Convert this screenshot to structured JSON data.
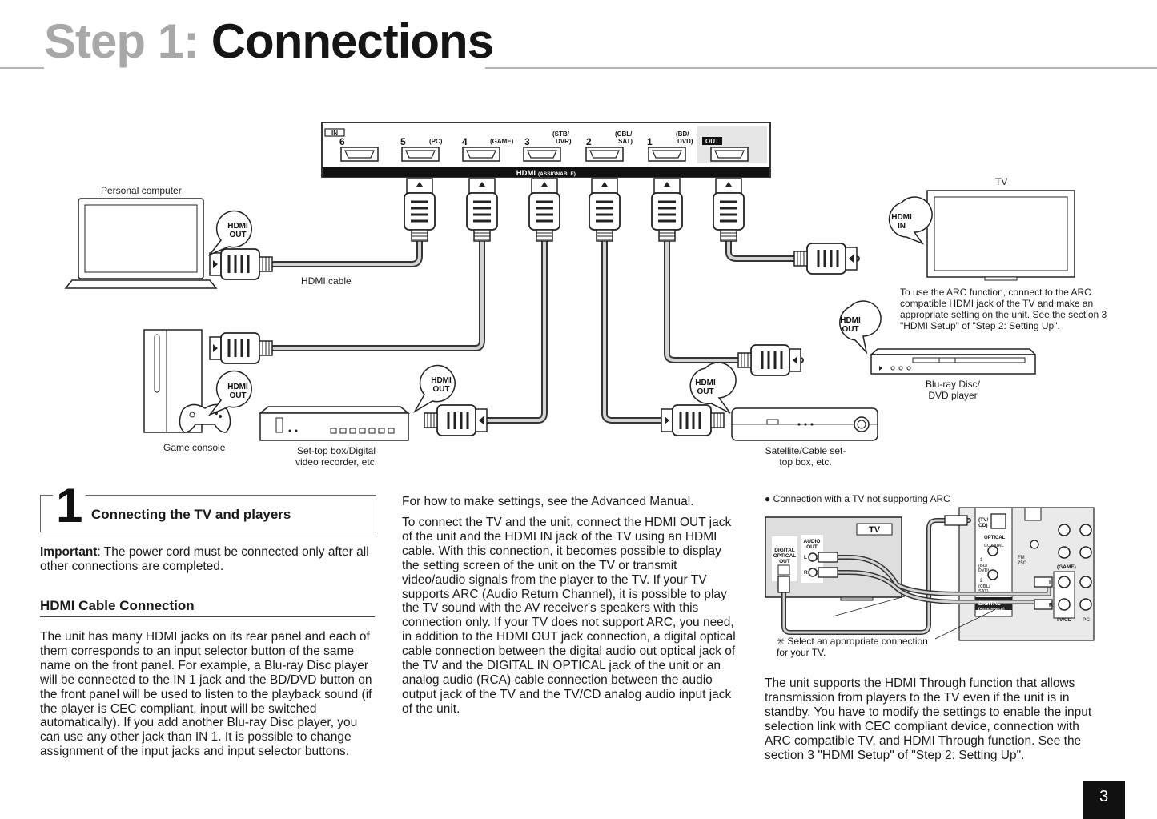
{
  "header": {
    "step": "Step 1:",
    "title": "Connections"
  },
  "diagram": {
    "panel": {
      "in_label": "IN",
      "out_label": "OUT",
      "bar_label": "HDMI",
      "bar_sub": "(ASSIGNABLE)",
      "jacks": [
        {
          "num": "6",
          "name": ""
        },
        {
          "num": "5",
          "name": "(PC)"
        },
        {
          "num": "4",
          "name": "(GAME)"
        },
        {
          "num": "3",
          "name": "(STB/ DVR)"
        },
        {
          "num": "2",
          "name": "(CBL/ SAT)"
        },
        {
          "num": "1",
          "name": "(BD/ DVD)"
        }
      ]
    },
    "hdmi_out": "HDMI OUT",
    "hdmi_in": "HDMI IN",
    "personal_computer": "Personal computer",
    "hdmi_cable": "HDMI cable",
    "tv": "TV",
    "arc_note": "To use the ARC function, connect to the ARC compatible HDMI jack of the TV and make an appropriate setting on the unit. See the section 3 \"HDMI Setup\" of \"Step 2: Setting Up\".",
    "game_console": "Game console",
    "stb": "Set-top box/Digital video recorder, etc.",
    "satellite": "Satellite/Cable set-top box, etc.",
    "bluray": "Blu-ray Disc/ DVD player"
  },
  "section1": {
    "number": "1",
    "title": "Connecting the TV and players",
    "important_label": "Important",
    "important_text": ": The power cord must be connected only after all other connections are completed.",
    "hdmi_heading": "HDMI Cable Connection",
    "hdmi_body": "The unit has many HDMI jacks on its rear panel and each of them corresponds to an input selector button of the same name on the front panel. For example, a Blu-ray Disc player will be connected to the IN 1 jack and the BD/DVD button on the front panel will be used to listen to the playback sound (if the player is CEC compliant, input will be switched automatically). If you add another Blu-ray Disc player, you can use any other jack than IN 1. It is possible to change assignment of the input jacks and input selector buttons."
  },
  "middle": {
    "advanced": "For how to make settings, see the Advanced Manual.",
    "body": "To connect the TV and the unit, connect the HDMI OUT jack of the unit and the HDMI IN jack of the TV using an HDMI cable. With this connection, it becomes possible to display the setting screen of the unit on the TV or transmit video/audio signals from the player to the TV. If your TV supports ARC (Audio Return Channel), it is possible to play the TV sound with the AV receiver's speakers with this connection only. If your TV does not support ARC, you need, in addition to the HDMI OUT jack connection, a digital optical cable connection between the digital audio out optical jack of the TV and the DIGITAL IN OPTICAL jack of the unit or an analog audio (RCA) cable connection between the audio output jack of the TV and the TV/CD analog audio input jack of the unit."
  },
  "right": {
    "arc_caption": "Connection with a TV not supporting ARC",
    "small_diagram": {
      "tv": "TV",
      "digital_optical_out": "DIGITAL OPTICAL OUT",
      "audio_out": "AUDIO OUT",
      "l": "L",
      "r": "R",
      "tv_cd": "(TV/ CD)",
      "optical": "OPTICAL",
      "coaxial": "COAXIAL",
      "bd_dvd": "1 (BD/ DVD)",
      "cbl_sat": "2 (CBL/ SAT)",
      "digital": "DIGITAL",
      "assignable": "(ASSIGNABLE)",
      "fm": "FM 75Ω",
      "game": "(GAME)",
      "tvcd": "TV/CD",
      "pc": "PC"
    },
    "note_mark": "✳",
    "note": "Select an appropriate connection for your TV.",
    "body": "The unit supports the HDMI Through function that allows transmission from players to the TV even if the unit is in standby. You have to modify the settings to enable the input selection link with CEC compliant device, connection with ARC compatible TV, and HDMI Through function. See the section 3 \"HDMI Setup\" of \"Step 2: Setting Up\"."
  },
  "page_number": "3"
}
